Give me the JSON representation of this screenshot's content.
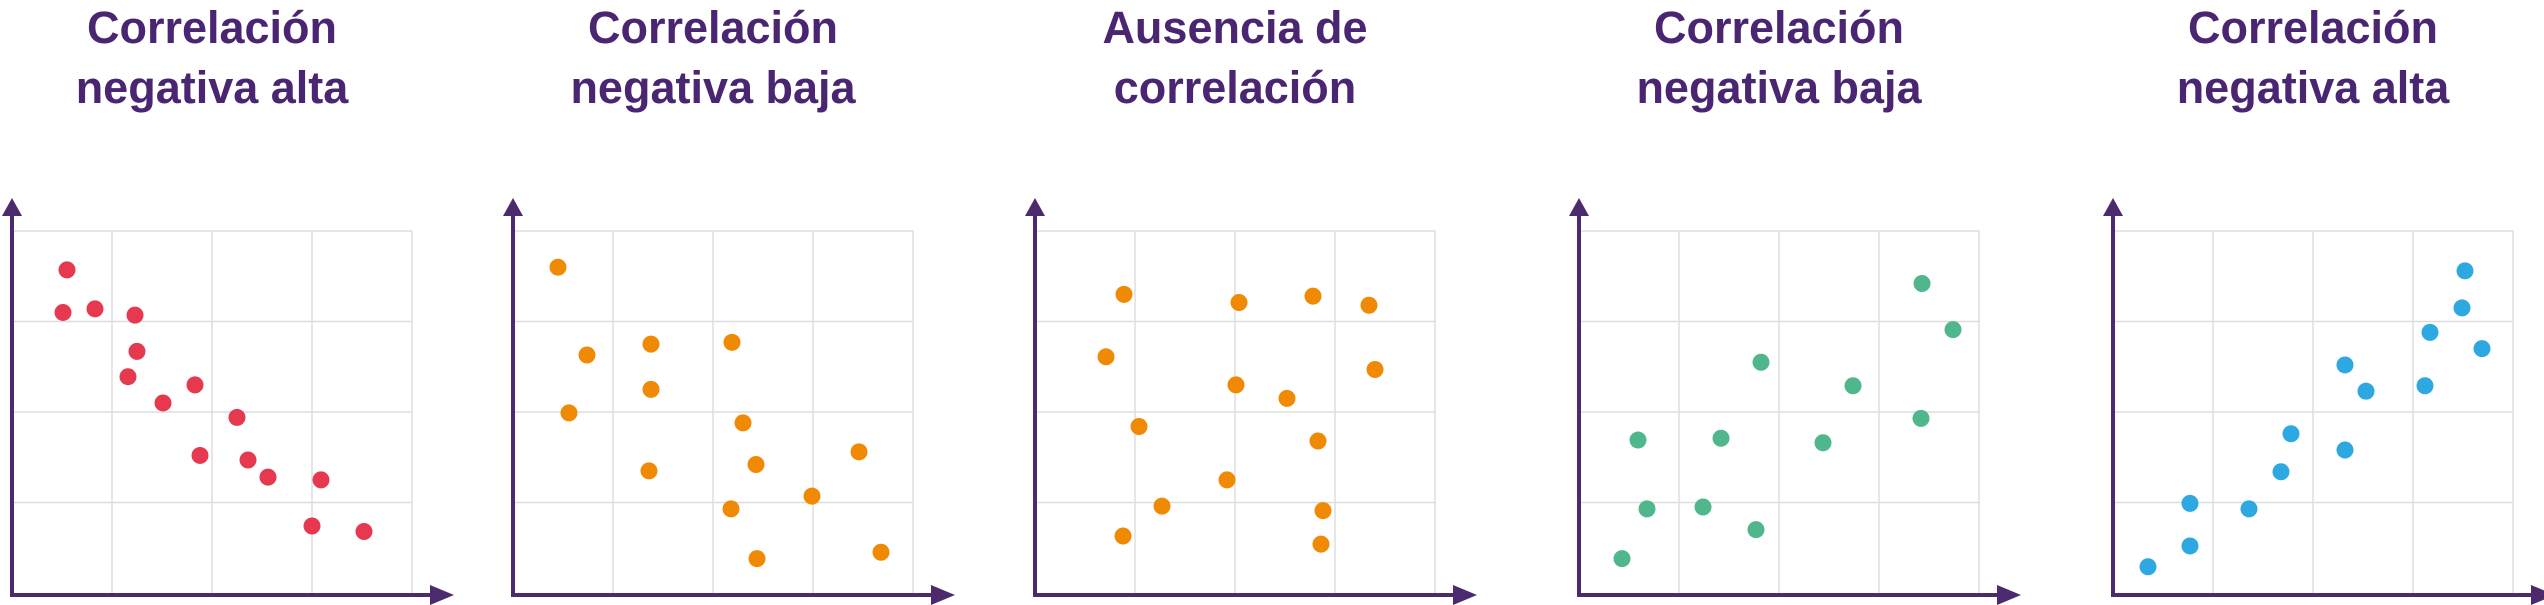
{
  "colors": {
    "axis": "#4b2a6e",
    "grid": "#dddddd",
    "title": "#4a2672"
  },
  "chart_data": [
    {
      "type": "scatter",
      "title_lines": [
        "Correlación",
        "negativa alta"
      ],
      "color": "#e63950",
      "xlim": [
        0,
        4
      ],
      "ylim": [
        0,
        4
      ],
      "grid": true,
      "xlabel": "",
      "ylabel": "",
      "points": [
        [
          0.55,
          3.57
        ],
        [
          0.51,
          3.1
        ],
        [
          0.83,
          3.14
        ],
        [
          1.23,
          3.07
        ],
        [
          1.25,
          2.67
        ],
        [
          1.16,
          2.39
        ],
        [
          1.51,
          2.1
        ],
        [
          1.83,
          2.3
        ],
        [
          2.25,
          1.94
        ],
        [
          1.88,
          1.52
        ],
        [
          2.36,
          1.47
        ],
        [
          2.56,
          1.28
        ],
        [
          3.09,
          1.25
        ],
        [
          3.0,
          0.74
        ],
        [
          3.52,
          0.68
        ]
      ]
    },
    {
      "type": "scatter",
      "title_lines": [
        "Correlación",
        "negativa baja"
      ],
      "color": "#f08a05",
      "xlim": [
        0,
        4
      ],
      "ylim": [
        0,
        4
      ],
      "grid": true,
      "xlabel": "",
      "ylabel": "",
      "points": [
        [
          0.45,
          3.6
        ],
        [
          0.74,
          2.63
        ],
        [
          1.38,
          2.75
        ],
        [
          2.19,
          2.77
        ],
        [
          1.38,
          2.25
        ],
        [
          0.56,
          1.99
        ],
        [
          2.3,
          1.88
        ],
        [
          3.46,
          1.56
        ],
        [
          1.36,
          1.35
        ],
        [
          2.43,
          1.42
        ],
        [
          2.99,
          1.07
        ],
        [
          2.18,
          0.93
        ],
        [
          2.44,
          0.38
        ],
        [
          3.68,
          0.45
        ]
      ]
    },
    {
      "type": "scatter",
      "title_lines": [
        "Ausencia de",
        "correlación"
      ],
      "color": "#f08a05",
      "xlim": [
        0,
        4
      ],
      "ylim": [
        0,
        4
      ],
      "grid": true,
      "xlabel": "",
      "ylabel": "",
      "points": [
        [
          0.89,
          3.3
        ],
        [
          2.04,
          3.21
        ],
        [
          2.78,
          3.28
        ],
        [
          3.34,
          3.18
        ],
        [
          0.71,
          2.61
        ],
        [
          3.4,
          2.47
        ],
        [
          2.01,
          2.3
        ],
        [
          2.52,
          2.15
        ],
        [
          1.04,
          1.84
        ],
        [
          2.83,
          1.68
        ],
        [
          1.92,
          1.25
        ],
        [
          1.27,
          0.96
        ],
        [
          2.88,
          0.91
        ],
        [
          0.88,
          0.63
        ],
        [
          2.86,
          0.54
        ]
      ]
    },
    {
      "type": "scatter",
      "title_lines": [
        "Correlación",
        "negativa baja"
      ],
      "color": "#50b78c",
      "xlim": [
        0,
        4
      ],
      "ylim": [
        0,
        4
      ],
      "grid": true,
      "xlabel": "",
      "ylabel": "",
      "points": [
        [
          3.43,
          3.42
        ],
        [
          3.74,
          2.91
        ],
        [
          1.82,
          2.55
        ],
        [
          2.74,
          2.29
        ],
        [
          3.42,
          1.93
        ],
        [
          0.59,
          1.69
        ],
        [
          1.42,
          1.71
        ],
        [
          2.44,
          1.66
        ],
        [
          0.68,
          0.93
        ],
        [
          1.24,
          0.95
        ],
        [
          1.77,
          0.7
        ],
        [
          0.43,
          0.38
        ]
      ]
    },
    {
      "type": "scatter",
      "title_lines": [
        "Correlación",
        "negativa alta"
      ],
      "color": "#2ea8e0",
      "xlim": [
        0,
        4
      ],
      "ylim": [
        0,
        4
      ],
      "grid": true,
      "xlabel": "",
      "ylabel": "",
      "points": [
        [
          3.52,
          3.56
        ],
        [
          3.49,
          3.15
        ],
        [
          3.17,
          2.88
        ],
        [
          3.69,
          2.7
        ],
        [
          2.32,
          2.52
        ],
        [
          2.53,
          2.23
        ],
        [
          3.12,
          2.29
        ],
        [
          1.78,
          1.76
        ],
        [
          2.32,
          1.58
        ],
        [
          1.68,
          1.34
        ],
        [
          1.36,
          0.93
        ],
        [
          0.77,
          0.99
        ],
        [
          0.77,
          0.52
        ],
        [
          0.35,
          0.29
        ]
      ]
    }
  ]
}
